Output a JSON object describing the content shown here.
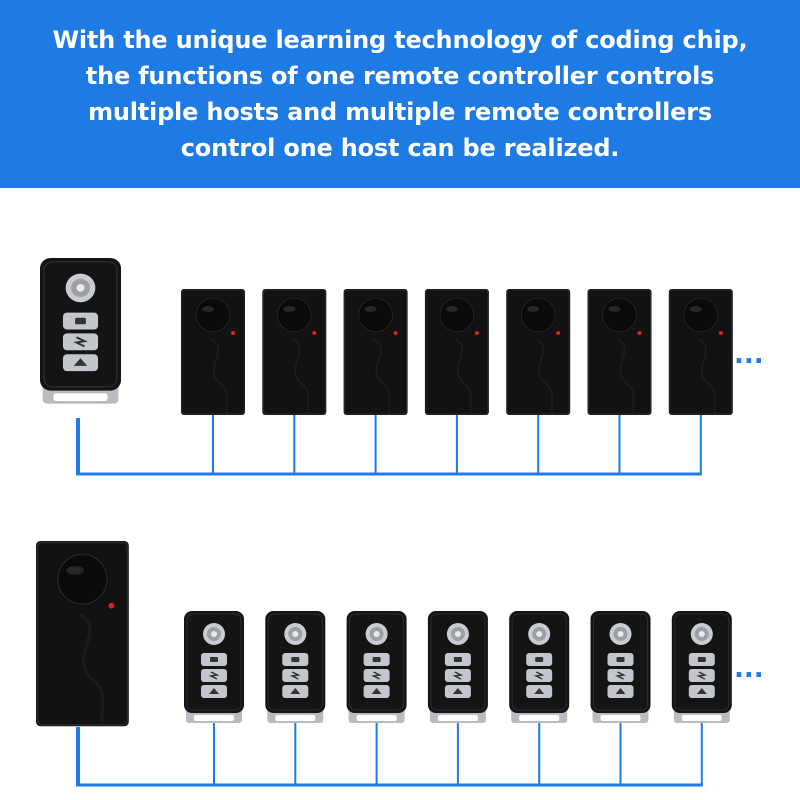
{
  "banner": {
    "lines": [
      "With the unique learning technology of coding chip,",
      "the functions of one remote controller controls",
      "multiple hosts and multiple remote controllers",
      "control one host can be realized."
    ],
    "background_color": "#1f7be4",
    "text_color": "#ffffff"
  },
  "diagram": {
    "line_color": "#1f7be4",
    "device_color": "#111111",
    "ellipsis": "...",
    "top_group": {
      "source": "remote-controller",
      "targets": "alarm-host",
      "target_count": 7
    },
    "bottom_group": {
      "source": "alarm-host",
      "targets": "remote-controller",
      "target_count": 7
    }
  }
}
